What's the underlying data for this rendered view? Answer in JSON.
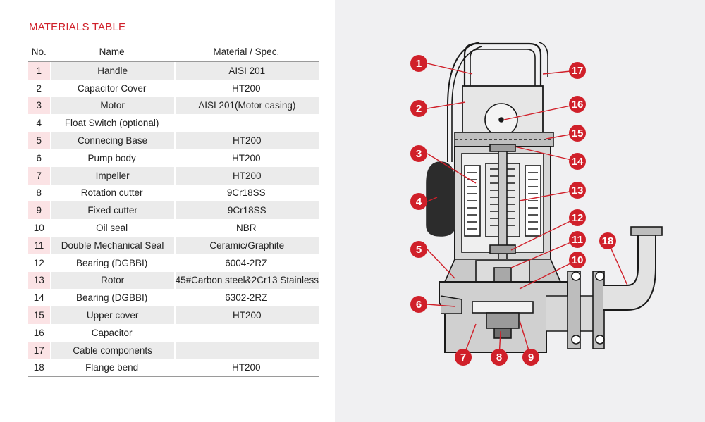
{
  "title": "MATERIALS TABLE",
  "columns": [
    "No.",
    "Name",
    "Material / Spec."
  ],
  "rows": [
    {
      "no": "1",
      "name": "Handle",
      "material": "AISI 201"
    },
    {
      "no": "2",
      "name": "Capacitor Cover",
      "material": "HT200"
    },
    {
      "no": "3",
      "name": "Motor",
      "material": "AISI 201(Motor casing)"
    },
    {
      "no": "4",
      "name": "Float Switch (optional)",
      "material": ""
    },
    {
      "no": "5",
      "name": "Connecing Base",
      "material": "HT200"
    },
    {
      "no": "6",
      "name": "Pump body",
      "material": "HT200"
    },
    {
      "no": "7",
      "name": "Impeller",
      "material": "HT200"
    },
    {
      "no": "8",
      "name": "Rotation cutter",
      "material": "9Cr18SS"
    },
    {
      "no": "9",
      "name": "Fixed cutter",
      "material": "9Cr18SS"
    },
    {
      "no": "10",
      "name": "Oil seal",
      "material": "NBR"
    },
    {
      "no": "11",
      "name": "Double Mechanical Seal",
      "material": "Ceramic/Graphite"
    },
    {
      "no": "12",
      "name": "Bearing (DGBBI)",
      "material": "6004-2RZ"
    },
    {
      "no": "13",
      "name": "Rotor",
      "material": "45#Carbon steel&2Cr13 Stainless"
    },
    {
      "no": "14",
      "name": "Bearing (DGBBI)",
      "material": "6302-2RZ"
    },
    {
      "no": "15",
      "name": "Upper cover",
      "material": "HT200"
    },
    {
      "no": "16",
      "name": "Capacitor",
      "material": ""
    },
    {
      "no": "17",
      "name": "Cable components",
      "material": ""
    },
    {
      "no": "18",
      "name": "Flange bend",
      "material": "HT200"
    }
  ],
  "callouts": [
    "1",
    "2",
    "3",
    "4",
    "5",
    "6",
    "7",
    "8",
    "9",
    "10",
    "11",
    "12",
    "13",
    "14",
    "15",
    "16",
    "17",
    "18"
  ],
  "colors": {
    "accent": "#d0202a",
    "shade": "#ebebeb",
    "shade_no": "#fbe3e5",
    "panel": "#f0f0f2"
  }
}
